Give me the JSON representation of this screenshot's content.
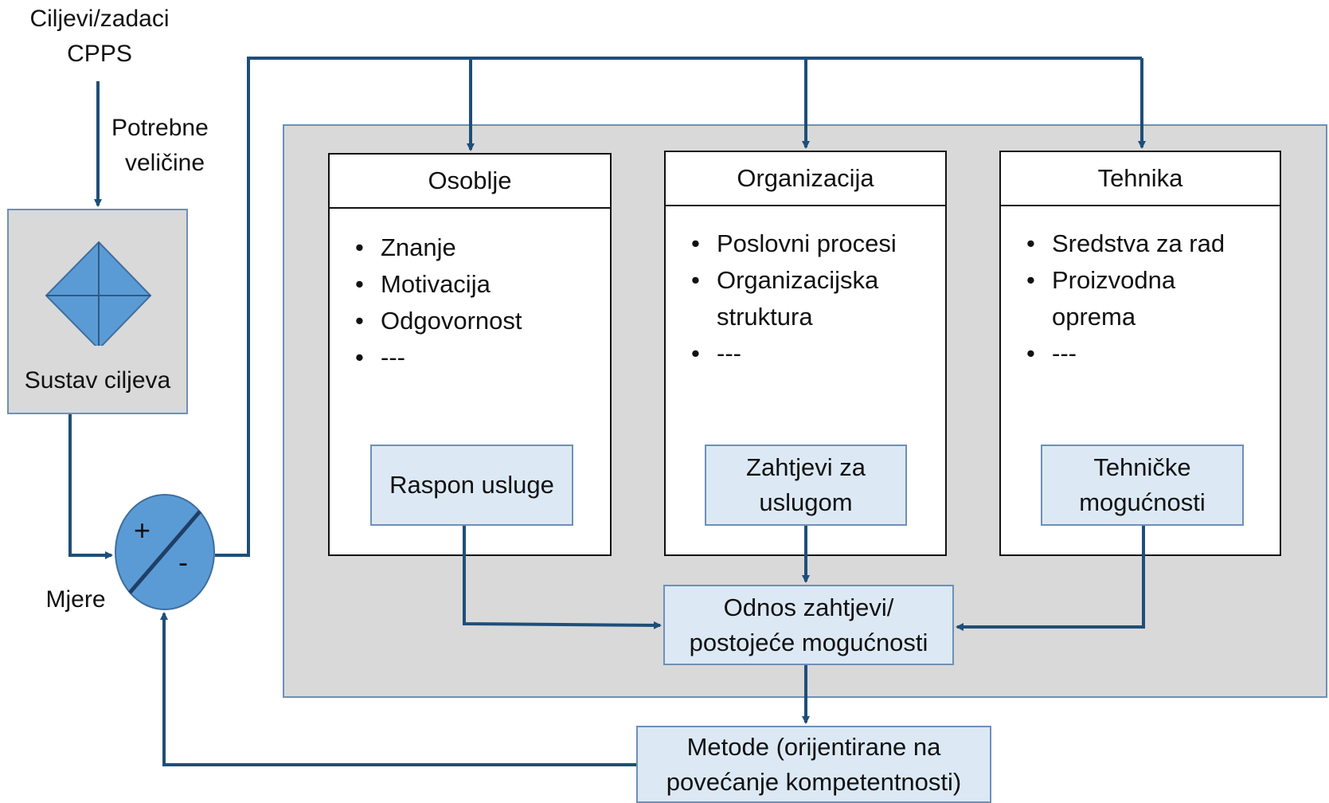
{
  "inputs": {
    "goals_label": [
      "Ciljevi/zadaci",
      "CPPS"
    ],
    "required_label": [
      "Potrebne",
      "veličine"
    ],
    "measures_label": "Mjere"
  },
  "goal_system": {
    "label": "Sustav ciljeva"
  },
  "comparator": {
    "plus": "+",
    "minus": "-"
  },
  "columns": [
    {
      "title": "Osoblje",
      "items": [
        "Znanje",
        "Motivacija",
        "Odgovornost",
        "---"
      ],
      "box": "Raspon usluge"
    },
    {
      "title": "Organizacija",
      "items": [
        "Poslovni procesi",
        "Organizacijska\nstruktura",
        "---"
      ],
      "box": "Zahtjevi za\nuslugom"
    },
    {
      "title": "Tehnika",
      "items": [
        "Sredstva za rad",
        "Proizvodna\noprema",
        "---"
      ],
      "box": "Tehničke\nmogućnosti"
    }
  ],
  "relation_box": "Odnos zahtjevi/\npostojeće mogućnosti",
  "methods_box": "Metode (orijentirane na\npovećanje kompetentnosti)",
  "colors": {
    "panel": "#d9d9d9",
    "line": "#1f4e79",
    "box_fill": "#dce9f5",
    "diamond": "#5b9bd5"
  }
}
